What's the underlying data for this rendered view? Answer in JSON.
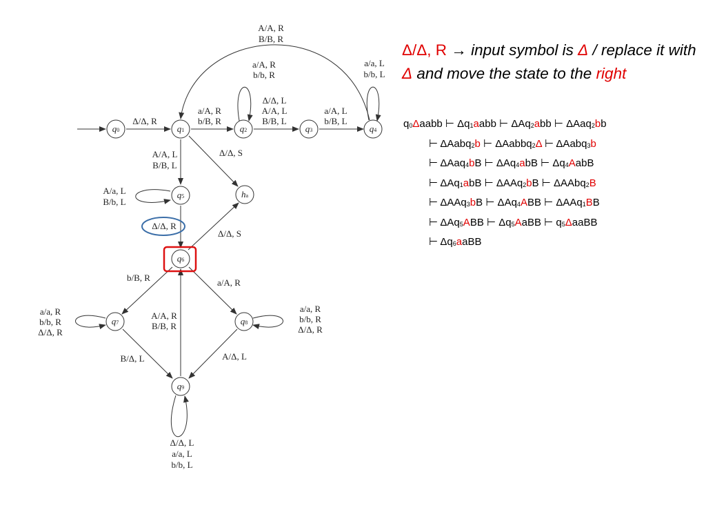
{
  "states": {
    "q0": {
      "name": "q",
      "sub": "0"
    },
    "q1": {
      "name": "q",
      "sub": "1"
    },
    "q2": {
      "name": "q",
      "sub": "2"
    },
    "q3": {
      "name": "q",
      "sub": "3"
    },
    "q4": {
      "name": "q",
      "sub": "4"
    },
    "q5": {
      "name": "q",
      "sub": "5"
    },
    "q6": {
      "name": "q",
      "sub": "6"
    },
    "q7": {
      "name": "q",
      "sub": "7"
    },
    "q8": {
      "name": "q",
      "sub": "8"
    },
    "q9": {
      "name": "q",
      "sub": "9"
    },
    "ha": {
      "name": "h",
      "sub": "a"
    }
  },
  "edges": {
    "q0_q1": {
      "l1": "Δ/Δ, R"
    },
    "q1_q2": {
      "l1": "a/A, R",
      "l2": "b/B, R"
    },
    "q2_self": {
      "l1": "a/A, R",
      "l2": "b/b, R"
    },
    "q2_q3": {
      "l1": "Δ/Δ, L",
      "l2": "A/A, L",
      "l3": "B/B, L"
    },
    "q3_q4": {
      "l1": "a/A, L",
      "l2": "b/B, L"
    },
    "q4_self": {
      "l1": "a/a, L",
      "l2": "b/b, L"
    },
    "q4_q1": {
      "l1": "A/A, R",
      "l2": "B/B, R"
    },
    "q1_q5": {
      "l1": "A/A, L",
      "l2": "B/B, L"
    },
    "q1_ha": {
      "l1": "Δ/Δ, S"
    },
    "q5_self": {
      "l1": "A/a, L",
      "l2": "B/b, L"
    },
    "q5_q6": {
      "l1": "Δ/Δ, R"
    },
    "q6_ha": {
      "l1": "Δ/Δ, S"
    },
    "q6_q7": {
      "l1": "b/B, R"
    },
    "q6_q8": {
      "l1": "a/A, R"
    },
    "q7_self": {
      "l1": "a/a, R",
      "l2": "b/b, R",
      "l3": "Δ/Δ, R"
    },
    "q8_self": {
      "l1": "a/a, R",
      "l2": "b/b, R",
      "l3": "Δ/Δ, R"
    },
    "q9_q6": {
      "l1": "A/A, R",
      "l2": "B/B, R"
    },
    "q7_q9": {
      "l1": "B/Δ, L"
    },
    "q8_q9": {
      "l1": "A/Δ, L"
    },
    "q9_self": {
      "l1": "Δ/Δ, L",
      "l2": "a/a, L",
      "l3": "b/b, L"
    }
  },
  "legend": {
    "symbol": "Δ/Δ, R",
    "arrow": "→",
    "p1": "input symbol is",
    "delta1": "Δ",
    "p2": "/ replace it with",
    "delta2": "Δ",
    "p3": "and move the state to the",
    "dir": "right"
  },
  "trace": [
    [
      [
        "q",
        ""
      ],
      [
        "0",
        "s"
      ],
      [
        "Δ",
        "r"
      ],
      [
        "aabb ⊢ Δq",
        ""
      ],
      [
        "1",
        "s"
      ],
      [
        "a",
        "r"
      ],
      [
        "abb ⊢ ΔAq",
        ""
      ],
      [
        "2",
        "s"
      ],
      [
        "a",
        "r"
      ],
      [
        "bb ⊢ ΔAaq",
        ""
      ],
      [
        "2",
        "s"
      ],
      [
        "b",
        "r"
      ],
      [
        "b",
        ""
      ]
    ],
    [
      [
        "⊢ ΔAabq",
        ""
      ],
      [
        "2",
        "s"
      ],
      [
        "b",
        "r"
      ],
      [
        " ⊢ ΔAabbq",
        ""
      ],
      [
        "2",
        "s"
      ],
      [
        "Δ",
        "r"
      ],
      [
        " ⊢ ΔAabq",
        ""
      ],
      [
        "3",
        "s"
      ],
      [
        "b",
        "r"
      ]
    ],
    [
      [
        "⊢ ΔAaq",
        ""
      ],
      [
        "4",
        "s"
      ],
      [
        "b",
        "r"
      ],
      [
        "B ⊢ ΔAq",
        ""
      ],
      [
        "4",
        "s"
      ],
      [
        "a",
        "r"
      ],
      [
        "bB ⊢ Δq",
        ""
      ],
      [
        "4",
        "s"
      ],
      [
        "A",
        "r"
      ],
      [
        "abB",
        ""
      ]
    ],
    [
      [
        "⊢ ΔAq",
        ""
      ],
      [
        "1",
        "s"
      ],
      [
        "a",
        "r"
      ],
      [
        "bB ⊢ ΔAAq",
        ""
      ],
      [
        "2",
        "s"
      ],
      [
        "b",
        "r"
      ],
      [
        "B ⊢ ΔAAbq",
        ""
      ],
      [
        "2",
        "s"
      ],
      [
        "B",
        "r"
      ]
    ],
    [
      [
        "⊢ ΔAAq",
        ""
      ],
      [
        "3",
        "s"
      ],
      [
        "b",
        "r"
      ],
      [
        "B ⊢ ΔAq",
        ""
      ],
      [
        "4",
        "s"
      ],
      [
        "A",
        "r"
      ],
      [
        "BB ⊢ ΔAAq",
        ""
      ],
      [
        "1",
        "s"
      ],
      [
        "B",
        "r"
      ],
      [
        "B",
        ""
      ]
    ],
    [
      [
        "⊢ ΔAq",
        ""
      ],
      [
        "5",
        "s"
      ],
      [
        "A",
        "r"
      ],
      [
        "BB ⊢ Δq",
        ""
      ],
      [
        "5",
        "s"
      ],
      [
        "A",
        "r"
      ],
      [
        "aBB ⊢ q",
        ""
      ],
      [
        "5",
        "s"
      ],
      [
        "Δ",
        "r"
      ],
      [
        "aaBB",
        ""
      ]
    ],
    [
      [
        "⊢ Δq",
        ""
      ],
      [
        "6",
        "s"
      ],
      [
        "a",
        "r"
      ],
      [
        "aBB",
        ""
      ]
    ]
  ]
}
